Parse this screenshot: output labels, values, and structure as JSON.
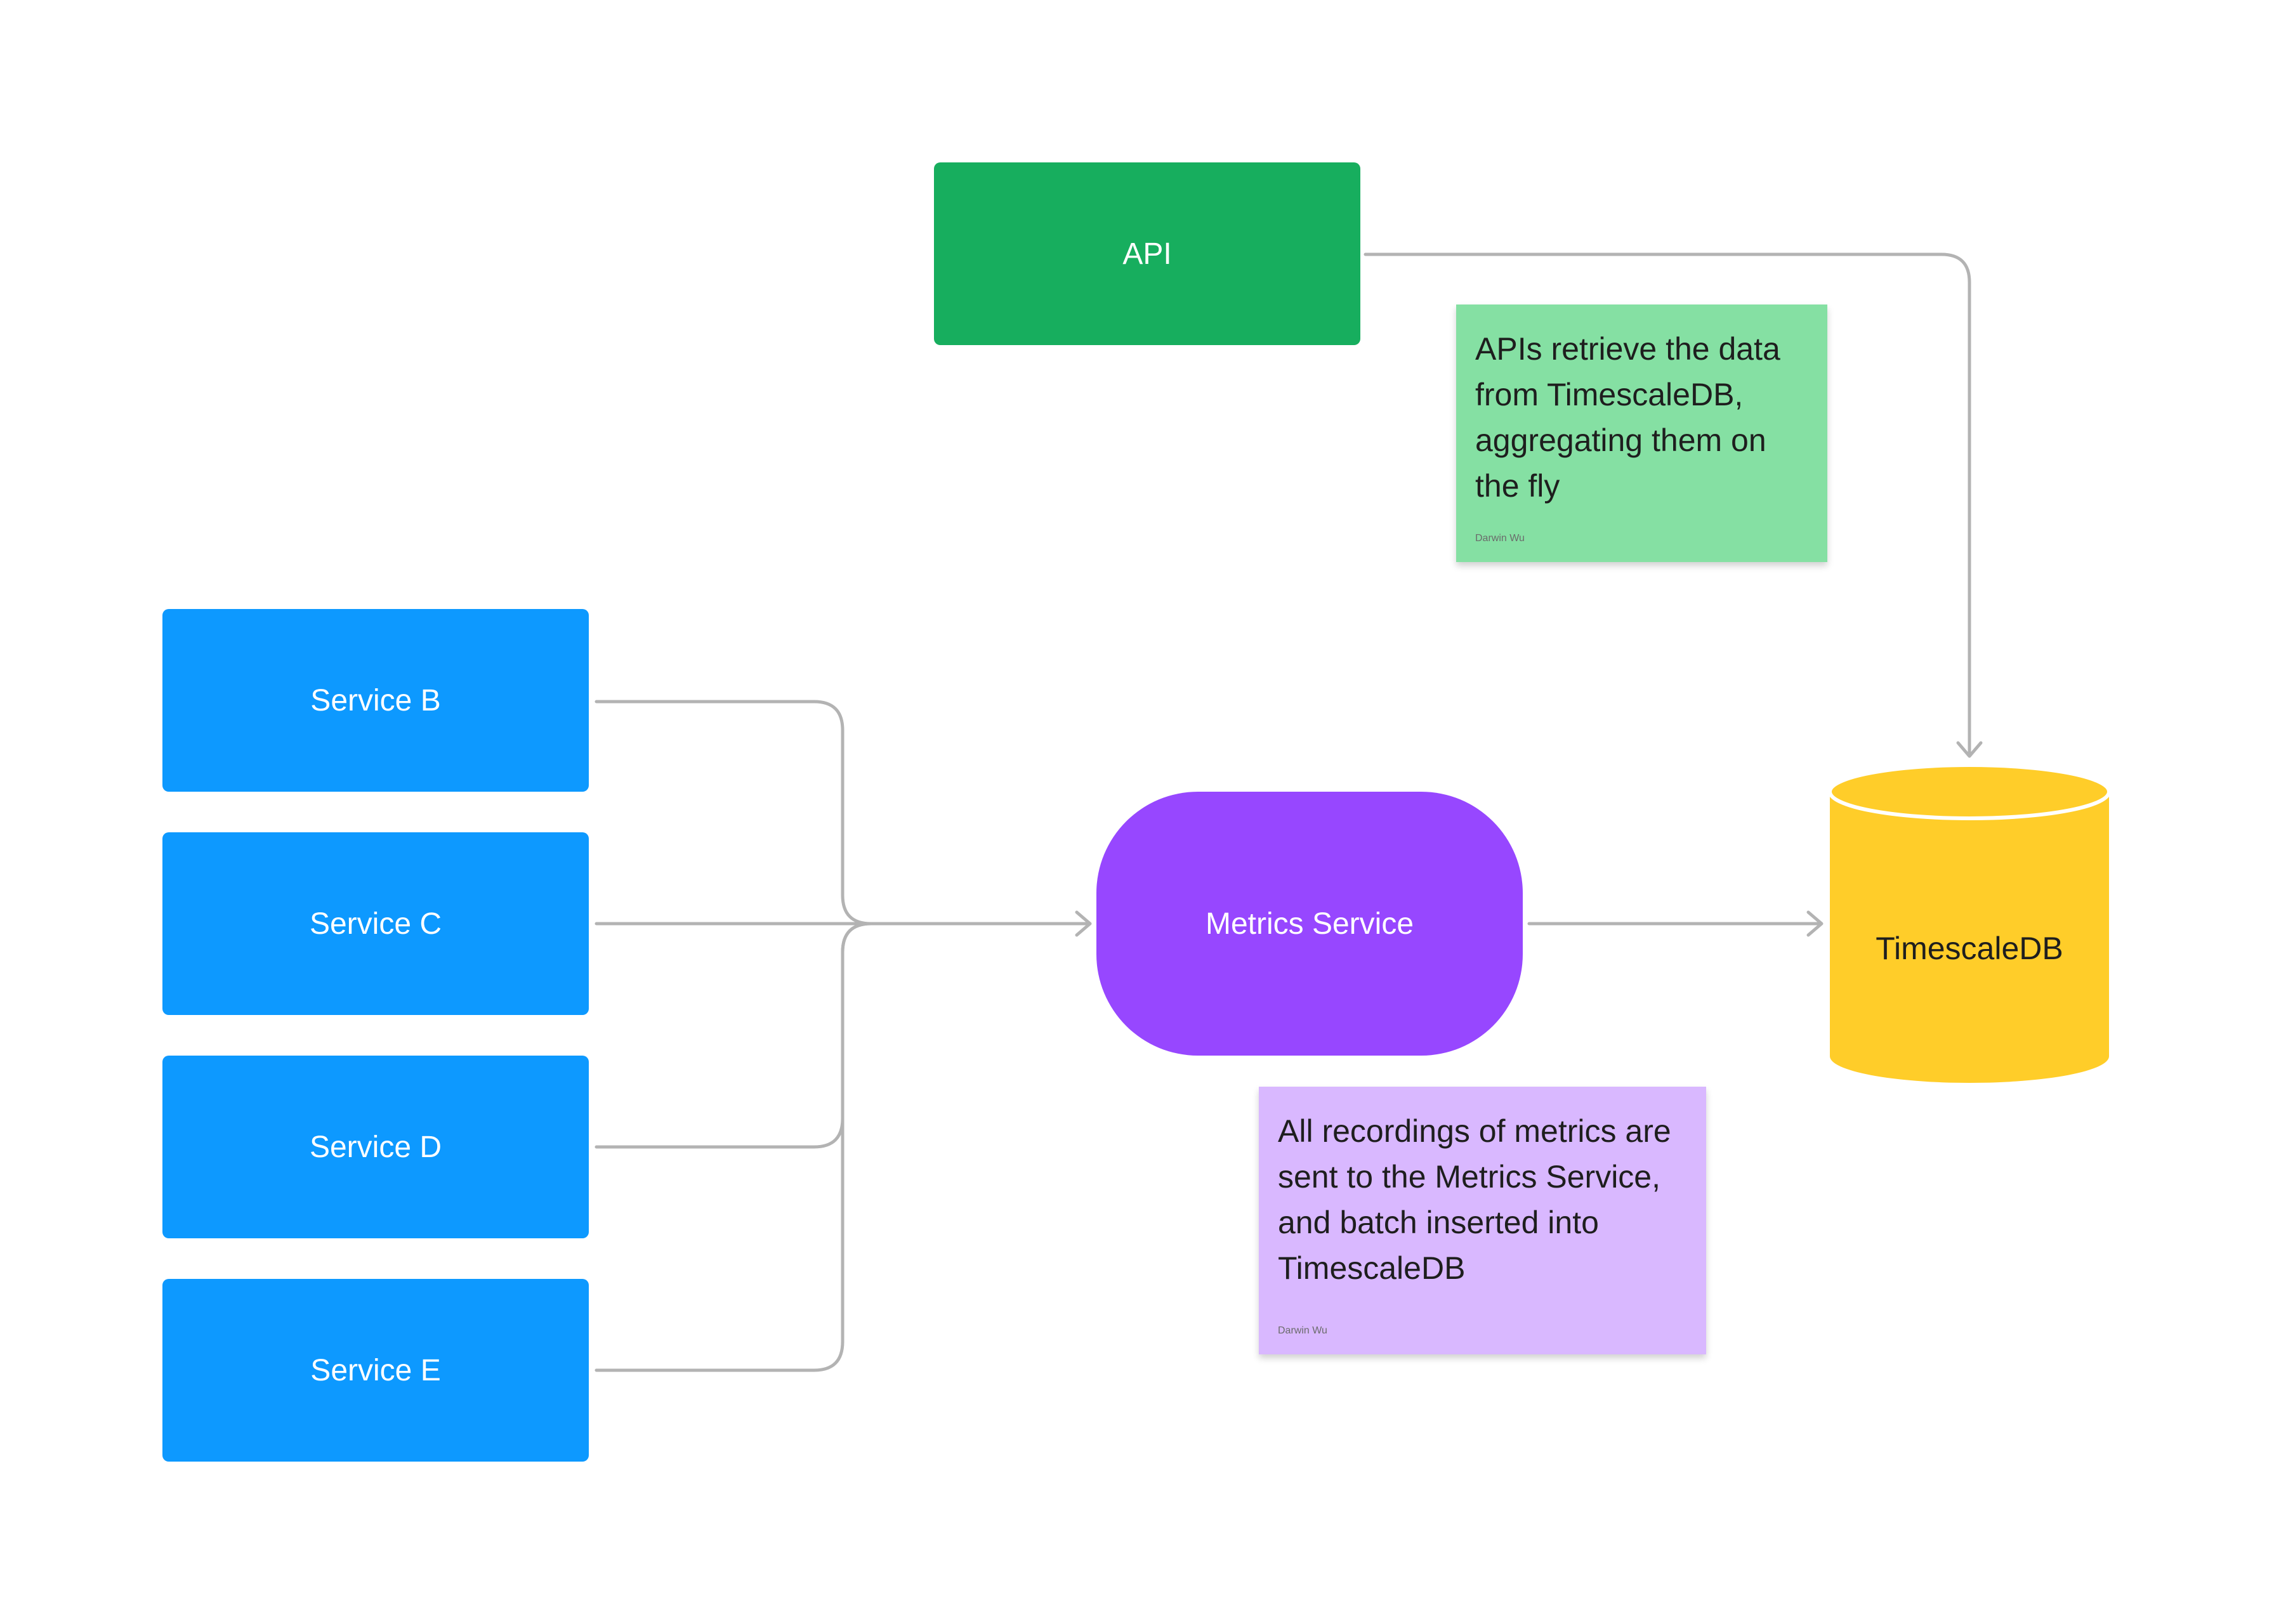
{
  "nodes": {
    "api": {
      "label": "API",
      "color": "#17AE5E"
    },
    "service_b": {
      "label": "Service B",
      "color": "#0D99FF"
    },
    "service_c": {
      "label": "Service C",
      "color": "#0D99FF"
    },
    "service_d": {
      "label": "Service D",
      "color": "#0D99FF"
    },
    "service_e": {
      "label": "Service E",
      "color": "#0D99FF"
    },
    "metrics_service": {
      "label": "Metrics Service",
      "color": "#9747FF"
    },
    "timescaledb": {
      "label": "TimescaleDB",
      "color": "#FFCD29"
    }
  },
  "notes": {
    "api_note": {
      "text": "APIs retrieve the data\nfrom TimescaleDB,\naggregating them on\nthe fly",
      "author": "Darwin Wu",
      "color": "#85E0A3"
    },
    "metrics_note": {
      "text": "All recordings of metrics are\nsent to the Metrics Service,\nand batch inserted into\nTimescaleDB",
      "author": "Darwin Wu",
      "color": "#D9B8FF"
    }
  },
  "connector_color": "#B3B3B3",
  "edges": [
    {
      "from": "Service B",
      "to": "Metrics Service"
    },
    {
      "from": "Service C",
      "to": "Metrics Service"
    },
    {
      "from": "Service D",
      "to": "Metrics Service"
    },
    {
      "from": "Service E",
      "to": "Metrics Service"
    },
    {
      "from": "Metrics Service",
      "to": "TimescaleDB"
    },
    {
      "from": "API",
      "to": "TimescaleDB"
    }
  ]
}
